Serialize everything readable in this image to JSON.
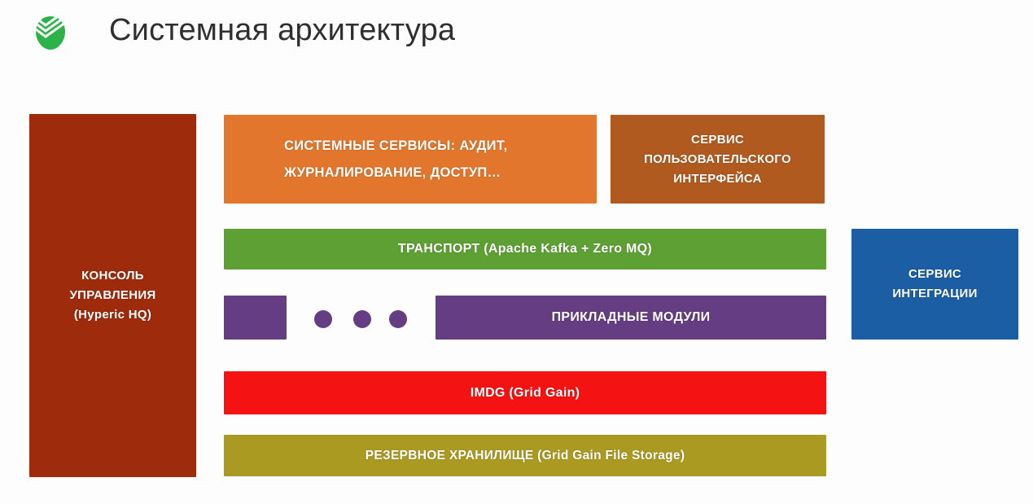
{
  "header": {
    "logo_icon": "sberbank-logo-icon",
    "title": "Системная архитектура"
  },
  "diagram": {
    "console": {
      "line1": "КОНСОЛЬ",
      "line2": "УПРАВЛЕНИЯ",
      "line3": "(Hyperic HQ)",
      "color": "#9d2b0c"
    },
    "system_services": {
      "line1": "СИСТЕМНЫЕ СЕРВИСЫ: АУДИТ,",
      "line2": "ЖУРНАЛИРОВАНИЕ, ДОСТУП…",
      "color": "#e2762c"
    },
    "ui_service": {
      "line1": "СЕРВИС",
      "line2": "ПОЛЬЗОВАТЕЛЬСКОГО",
      "line3": "ИНТЕРФЕЙСА",
      "color": "#b05a20"
    },
    "transport": {
      "label": "ТРАНСПОРТ (Apache Kafka + Zero MQ)",
      "color": "#5da033"
    },
    "modules": {
      "label": "ПРИКЛАДНЫЕ МОДУЛИ",
      "color": "#653d82",
      "ellipsis_dots": 3
    },
    "imdg": {
      "label": "IMDG (Grid Gain)",
      "color": "#f41212"
    },
    "backup_storage": {
      "label": "РЕЗЕРВНОЕ ХРАНИЛИЩЕ (Grid Gain File Storage)",
      "color": "#ab9a22"
    },
    "integration": {
      "line1": "СЕРВИС",
      "line2": "ИНТЕГРАЦИИ",
      "color": "#1b5ea4"
    }
  }
}
